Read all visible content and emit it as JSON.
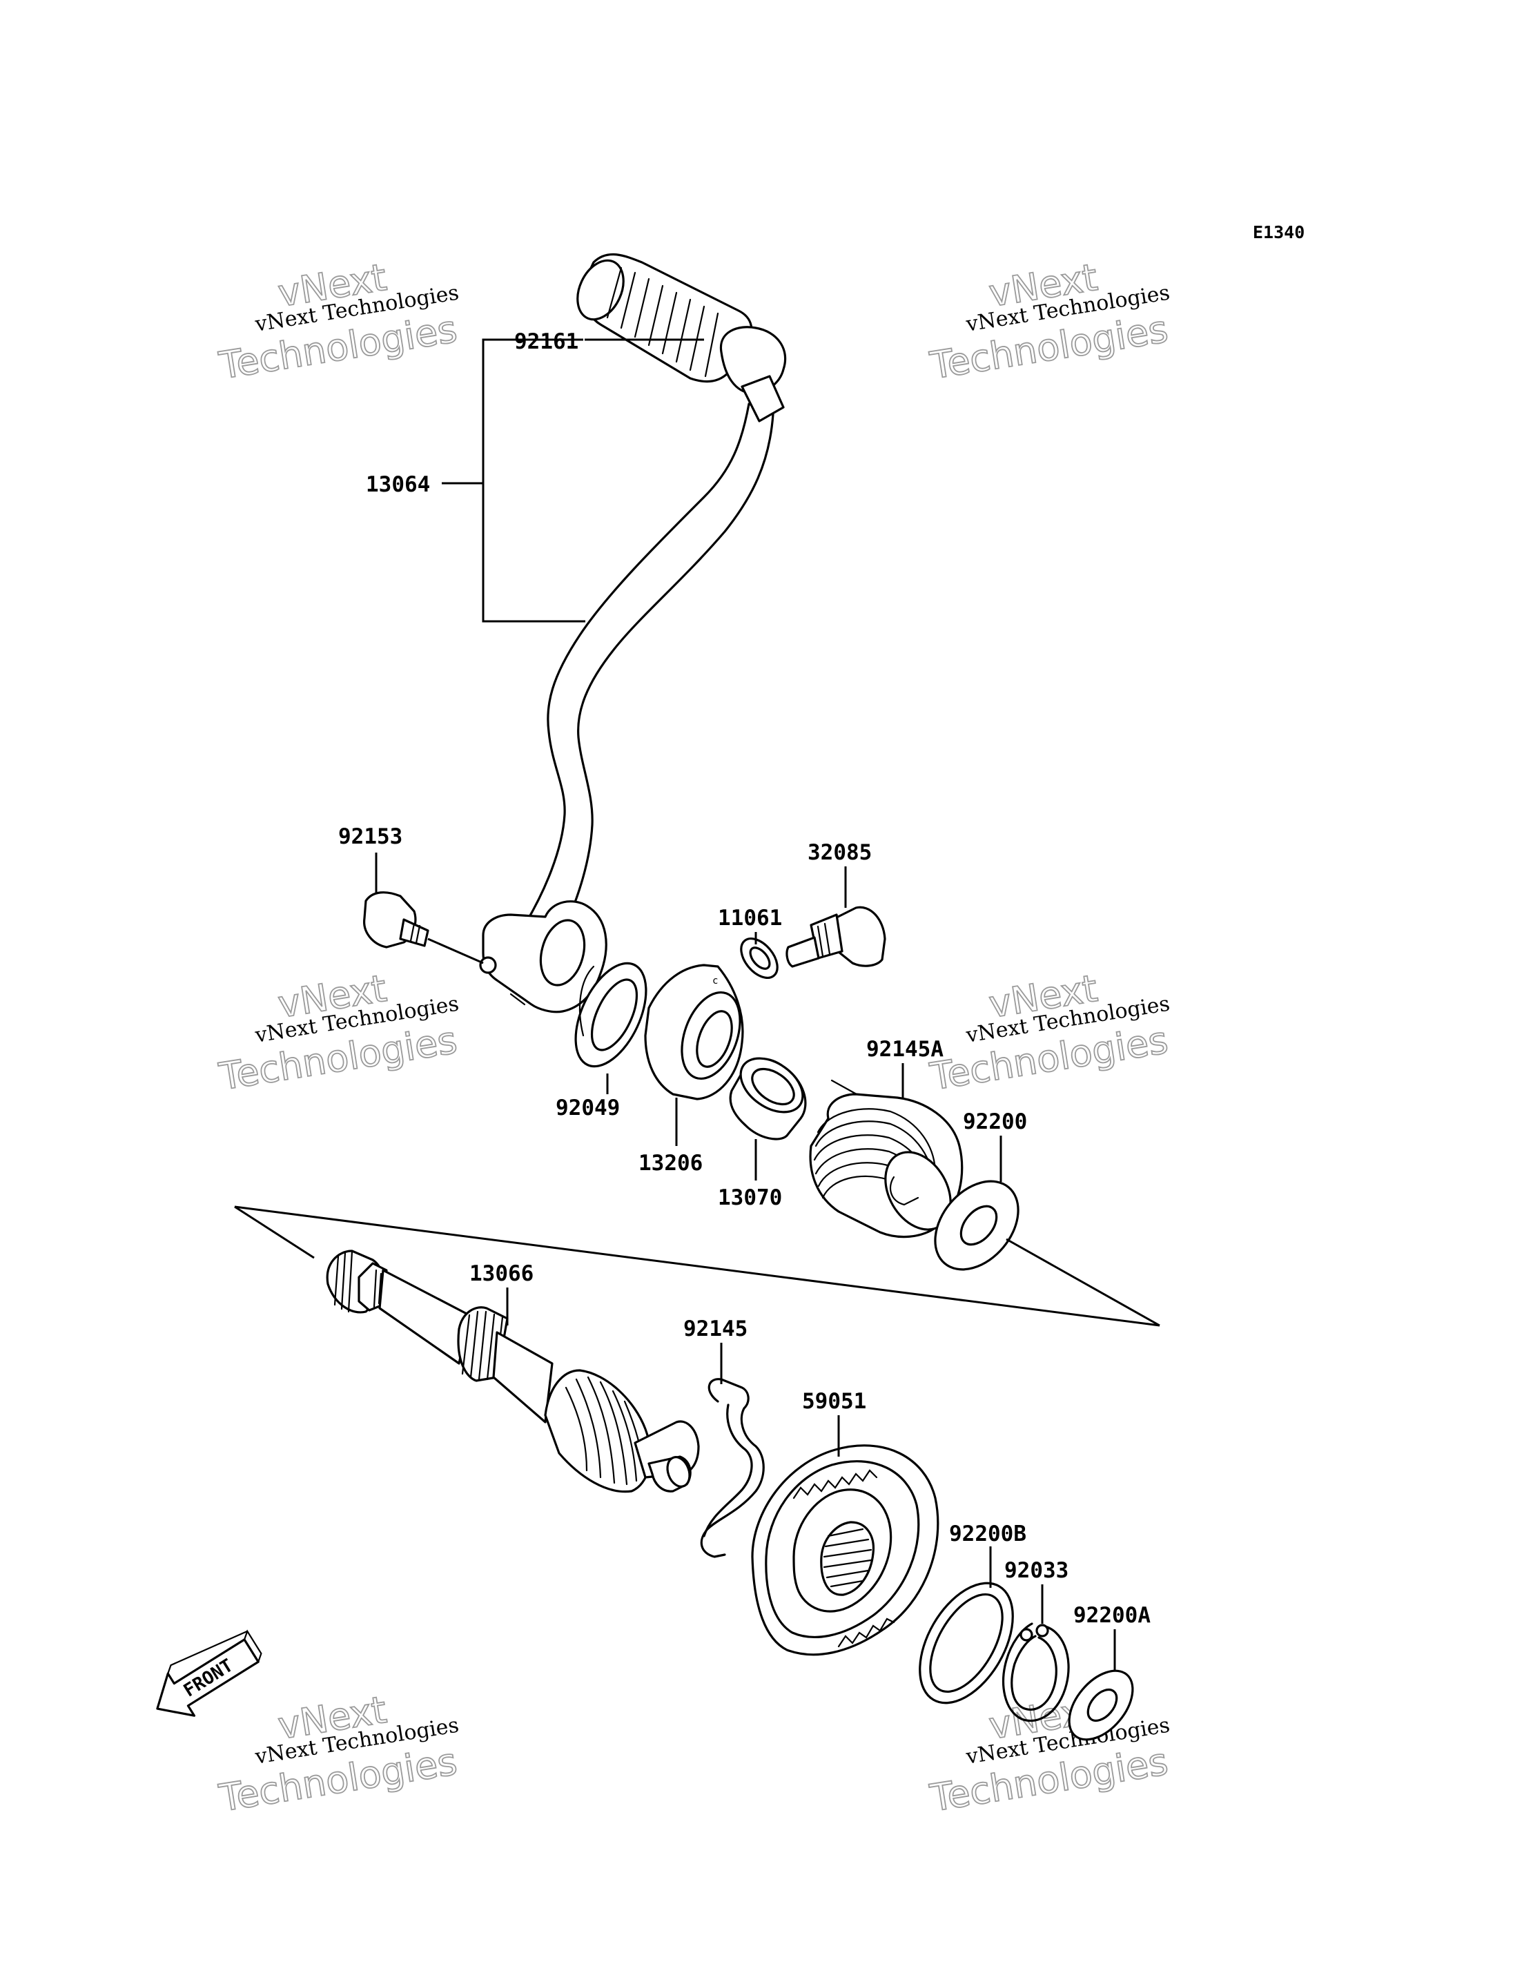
{
  "diagram_code": "E1340",
  "front_label": "FRONT",
  "watermark": {
    "line1": "vNext",
    "line2": "vNext Technologies",
    "line3": "Technologies"
  },
  "part_labels": {
    "p92161": "92161",
    "p13064": "13064",
    "p92153": "92153",
    "p32085": "32085",
    "p11061": "11061",
    "p92145A": "92145A",
    "p92049": "92049",
    "p13206": "13206",
    "p13070": "13070",
    "p92200": "92200",
    "p13066": "13066",
    "p92145": "92145",
    "p59051": "59051",
    "p92200B": "92200B",
    "p92033": "92033",
    "p92200A": "92200A"
  }
}
